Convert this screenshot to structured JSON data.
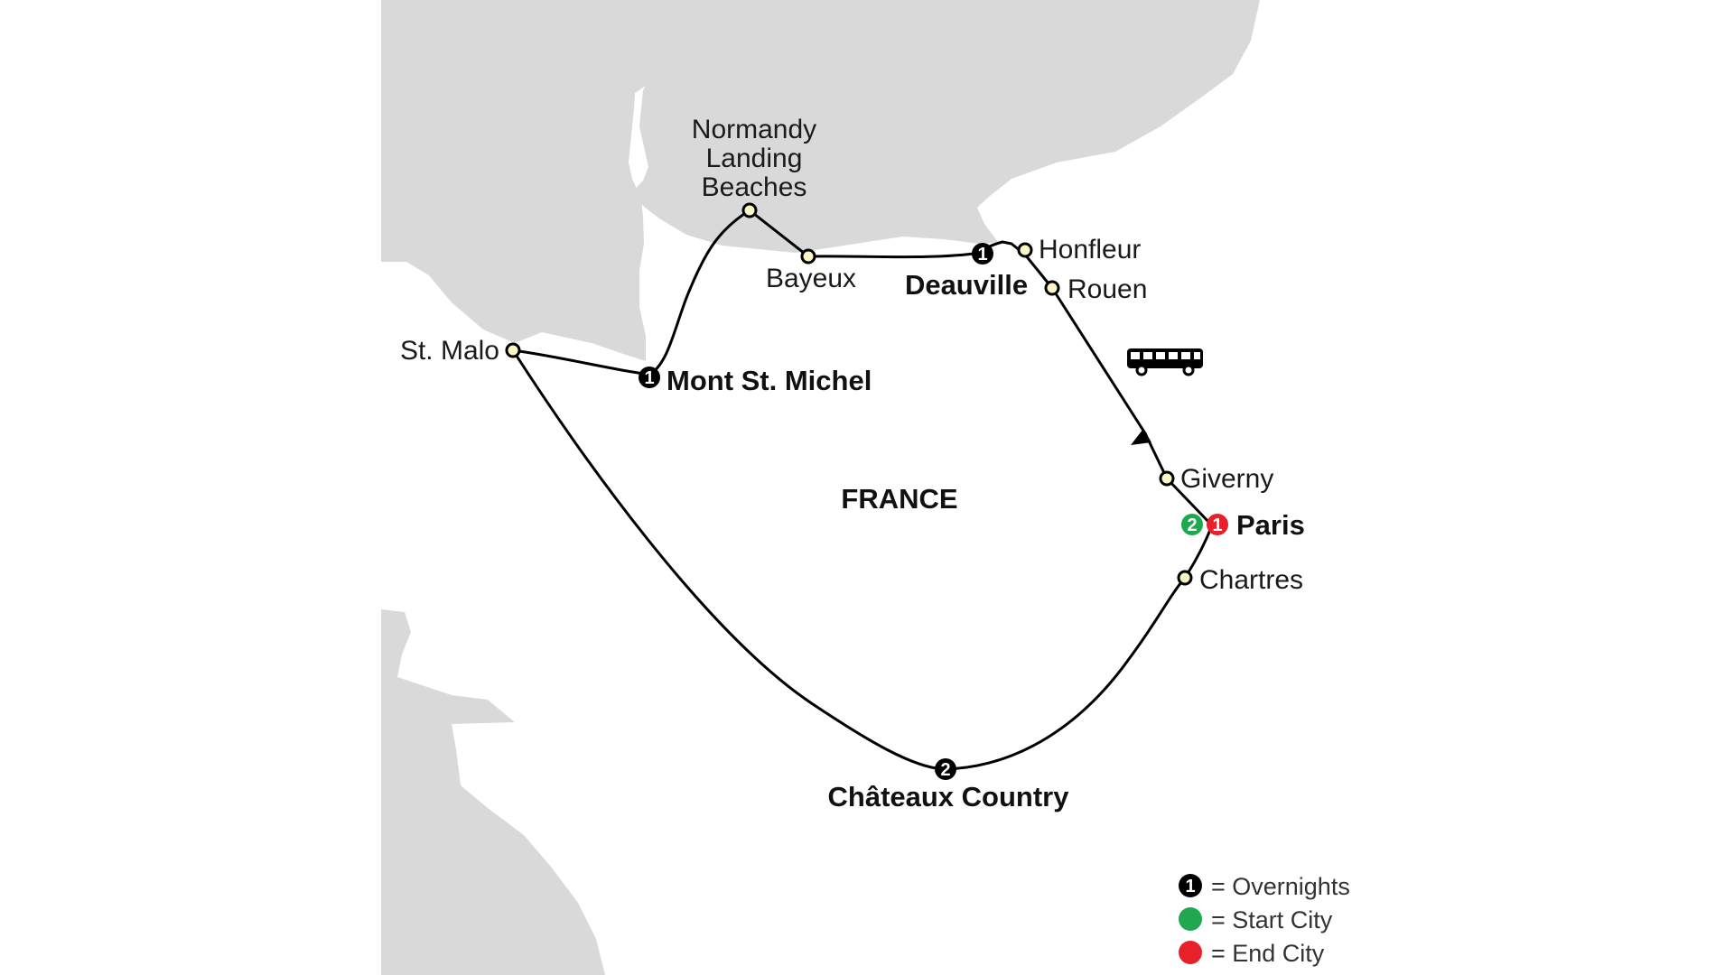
{
  "colors": {
    "land": "#d9d9d9",
    "route": "#000000",
    "stop_fill": "#fbf6c6",
    "overnight": "#000000",
    "start": "#1fa84f",
    "end": "#e8202a"
  },
  "country_label": "FRANCE",
  "transport_icon": "bus-icon",
  "stops": {
    "normandy_l1": "Normandy",
    "normandy_l2": "Landing",
    "normandy_l3": "Beaches",
    "bayeux": "Bayeux",
    "honfleur": "Honfleur",
    "rouen": "Rouen",
    "st_malo": "St. Malo",
    "giverny": "Giverny",
    "chartres": "Chartres"
  },
  "overnights": {
    "deauville": {
      "name": "Deauville",
      "nights": "1"
    },
    "mont_st_michel": {
      "name": "Mont St. Michel",
      "nights": "1"
    },
    "paris": {
      "name": "Paris",
      "start_nights": "2",
      "end_nights": "1"
    },
    "chateaux": {
      "name": "Châteaux Country",
      "nights": "2"
    }
  },
  "legend": {
    "overnights_badge": "1",
    "overnights": "= Overnights",
    "start_city": "= Start City",
    "end_city": "= End City"
  }
}
